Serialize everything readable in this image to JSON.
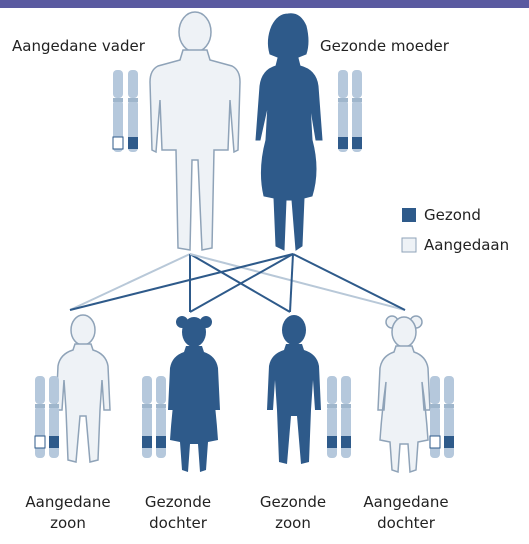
{
  "parents": {
    "father_label": "Aangedane vader",
    "mother_label": "Gezonde moeder"
  },
  "legend": {
    "healthy": "Gezond",
    "affected": "Aangedaan"
  },
  "children": [
    {
      "line1": "Aangedane",
      "line2": "zoon"
    },
    {
      "line1": "Gezonde",
      "line2": "dochter"
    },
    {
      "line1": "Gezonde",
      "line2": "zoon"
    },
    {
      "line1": "Aangedane",
      "line2": "dochter"
    }
  ],
  "colors": {
    "healthy": "#2e5a8a",
    "affected": "#eef2f6",
    "outline": "#8fa3b8",
    "chromosome": "#b0c4d8",
    "title_bar": "#5a5aa0"
  }
}
